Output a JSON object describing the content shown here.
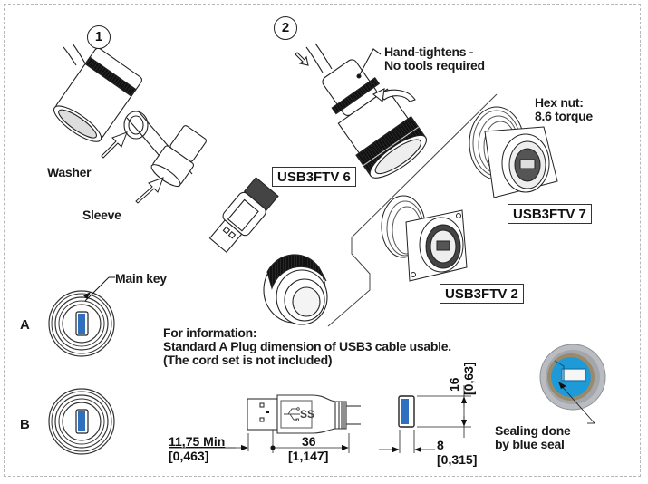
{
  "steps": {
    "step1": "1",
    "step2": "2"
  },
  "callouts": {
    "washer": "Washer",
    "sleeve": "Sleeve",
    "hand_tightens_line1": "Hand-tightens -",
    "hand_tightens_line2": "No tools required",
    "hex_nut_line1": "Hex nut:",
    "hex_nut_line2": "8.6 torque",
    "main_key": "Main key",
    "sealing_line1": "Sealing done",
    "sealing_line2": "by blue seal"
  },
  "models": {
    "plug": "USB3FTV 6",
    "jam_nut_receptacle": "USB3FTV 7",
    "square_flange_receptacle": "USB3FTV 2"
  },
  "views": {
    "a": "A",
    "b": "B"
  },
  "info": {
    "line1": "For information:",
    "line2": "Standard A Plug dimension of USB3 cable usable.",
    "line3": "(The cord set is not included)"
  },
  "dimensions": {
    "min_length_mm": "11,75 Min",
    "min_length_in": "[0,463]",
    "plug_length_mm": "36",
    "plug_length_in": "[1,147]",
    "height_mm": "16",
    "height_in": "[0,63]",
    "width_mm": "8",
    "width_in": "[0,315]"
  },
  "usb_logo_text": "SS",
  "colors": {
    "usb_blue": "#2f6fc0",
    "seal_blue": "#1f9ad8",
    "ink": "#1a1a1a",
    "frame": "#b8b8b8"
  }
}
